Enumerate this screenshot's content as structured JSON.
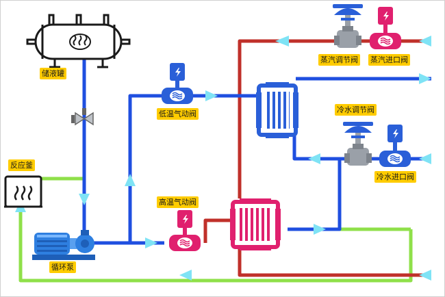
{
  "labels": {
    "storage_tank": "储液罐",
    "reactor": "反应釜",
    "pump": "循环泵",
    "low_temp_valve": "低温气动阀",
    "high_temp_valve": "高温气动阀",
    "steam_control_valve": "蒸汽调节阀",
    "steam_inlet_valve": "蒸汽进口阀",
    "cold_water_control_valve": "冷水调节阀",
    "cold_water_inlet_valve": "冷水进口阀"
  },
  "icons": {
    "valve_actuator": "lightning-icon",
    "valve_body": "wave-icon",
    "tank": "steam-icon",
    "reactor": "heat-icon"
  },
  "colors": {
    "cold_pipe": "#1f4fe0",
    "hot_pipe": "#c0302a",
    "return_pipe": "#8fe04a",
    "arrow": "#7fe3f5",
    "label_bg": "#ffcc00",
    "hot_component": "#e0206e",
    "pump": "#2e7fe0",
    "cold_component": "#2a5fd8"
  }
}
